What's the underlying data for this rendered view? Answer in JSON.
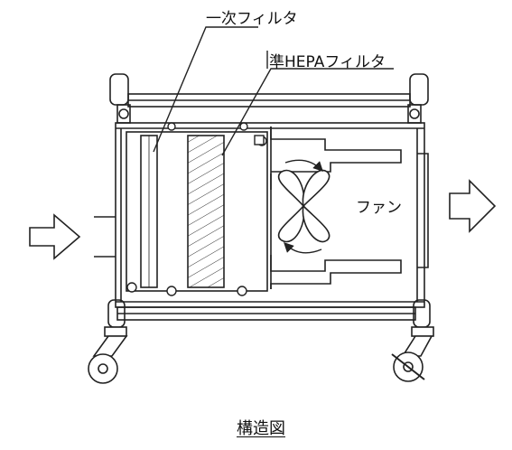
{
  "labels": {
    "primary_filter": "一次フィルタ",
    "hepa_filter": "準HEPAフィルタ",
    "fan": "ファン",
    "caption": "構造図"
  },
  "colors": {
    "line": "#222222",
    "background": "#ffffff"
  }
}
